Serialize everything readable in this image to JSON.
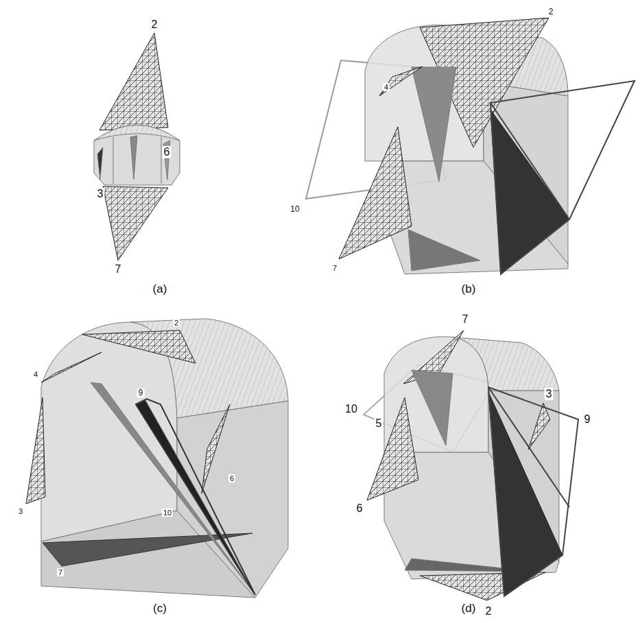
{
  "diagram": {
    "labels": [
      "2",
      "6",
      "3",
      "7",
      "(a)",
      "2",
      "4",
      "10",
      "7",
      "(b)",
      "2",
      "4",
      "9",
      "6",
      "3",
      "10",
      "7",
      "(c)",
      "7",
      "5",
      "10",
      "3",
      "9",
      "6",
      "2",
      "(d)"
    ]
  }
}
